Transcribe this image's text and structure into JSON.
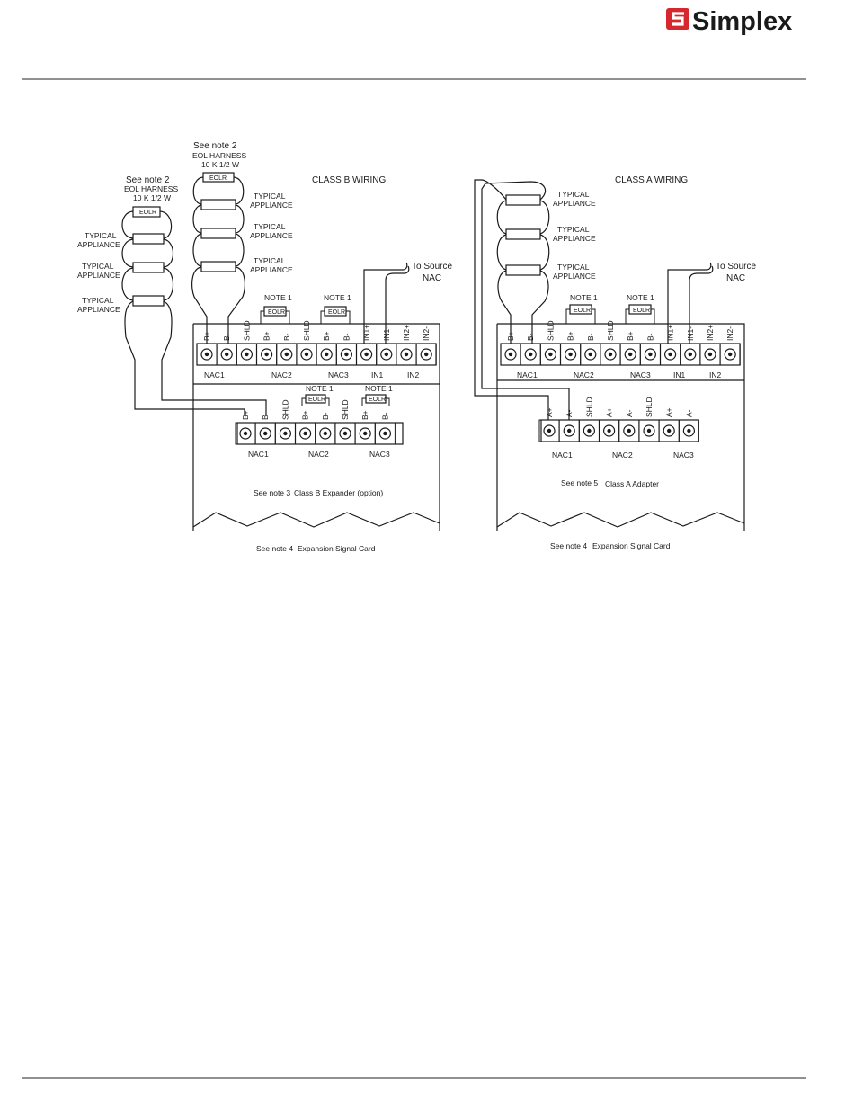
{
  "header": {
    "logo_text": "Simplex",
    "logo_mark_color": "#d6262e"
  },
  "class_b": {
    "title": "CLASS B WIRING",
    "harness_left": {
      "note": "See note 2",
      "name": "EOL HARNESS",
      "rating": "10 K 1/2 W",
      "eolr": "EOLR"
    },
    "harness_mid": {
      "note": "See note 2",
      "name": "EOL HARNESS",
      "rating": "10 K 1/2 W",
      "eolr": "EOLR"
    },
    "appliance_line1": "TYPICAL",
    "appliance_line2": "APPLIANCE",
    "source_line1": "To Source",
    "source_line2": "NAC",
    "note1": "NOTE 1",
    "eolr": "EOLR",
    "terminals": [
      "B+",
      "B-",
      "SHLD",
      "B+",
      "B-",
      "SHLD",
      "B+",
      "B-",
      "IN1+",
      "IN1-",
      "IN2+",
      "IN2-"
    ],
    "groups": [
      "NAC1",
      "NAC2",
      "NAC3",
      "IN1",
      "IN2"
    ],
    "expander_terminals": [
      "B+",
      "B-",
      "SHLD",
      "B+",
      "B-",
      "SHLD",
      "B+",
      "B-"
    ],
    "expander_groups": [
      "NAC1",
      "NAC2",
      "NAC3"
    ],
    "expander_note": "See note 3",
    "expander_label": "Class B Expander (option)",
    "card_note": "See note 4",
    "card_label": "Expansion Signal Card"
  },
  "class_a": {
    "title": "CLASS A WIRING",
    "appliance_line1": "TYPICAL",
    "appliance_line2": "APPLIANCE",
    "source_line1": "To Source",
    "source_line2": "NAC",
    "note1": "NOTE 1",
    "eolr": "EOLR",
    "terminals": [
      "B+",
      "B-",
      "SHLD",
      "B+",
      "B-",
      "SHLD",
      "B+",
      "B-",
      "IN1+",
      "IN1-",
      "IN2+",
      "IN2-"
    ],
    "groups": [
      "NAC1",
      "NAC2",
      "NAC3",
      "IN1",
      "IN2"
    ],
    "adapter_terminals": [
      "A+",
      "A-",
      "SHLD",
      "A+",
      "A-",
      "SHLD",
      "A+",
      "A-"
    ],
    "adapter_groups": [
      "NAC1",
      "NAC2",
      "NAC3"
    ],
    "adapter_note": "See note 5",
    "adapter_label": "Class A Adapter",
    "card_note": "See note 4",
    "card_label": "Expansion Signal Card"
  }
}
